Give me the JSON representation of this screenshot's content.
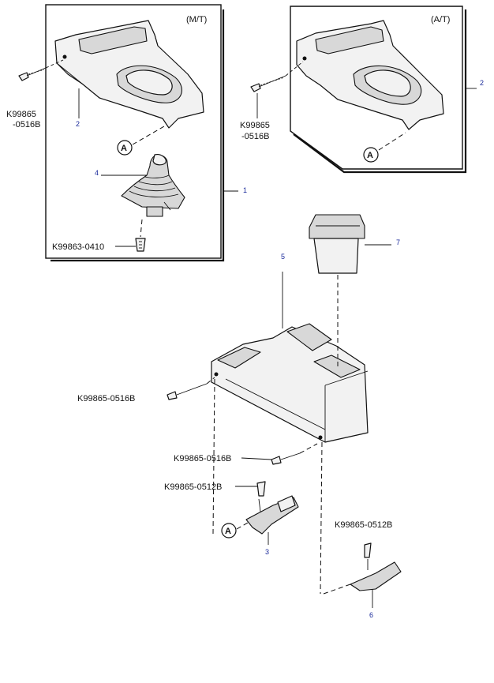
{
  "panels": {
    "mt_label": "(M/T)",
    "at_label": "(A/T)"
  },
  "callouts": {
    "a_marker": "A"
  },
  "item_numbers": {
    "n1": "1",
    "n2_left": "2",
    "n2_right": "2",
    "n3": "3",
    "n4": "4",
    "n5": "5",
    "n6": "6",
    "n7": "7"
  },
  "fastener_labels": {
    "mt_screw_line1": "K99865",
    "mt_screw_line2": "-0516B",
    "at_screw_line1": "K99865",
    "at_screw_line2": "-0516B",
    "boot_screw": "K99863-0410",
    "console_screw_upper": "K99865-0516B",
    "console_screw_lower": "K99865-0516B",
    "bracket_screw_left": "K99865-0512B",
    "bracket_screw_right": "K99865-0512B"
  }
}
